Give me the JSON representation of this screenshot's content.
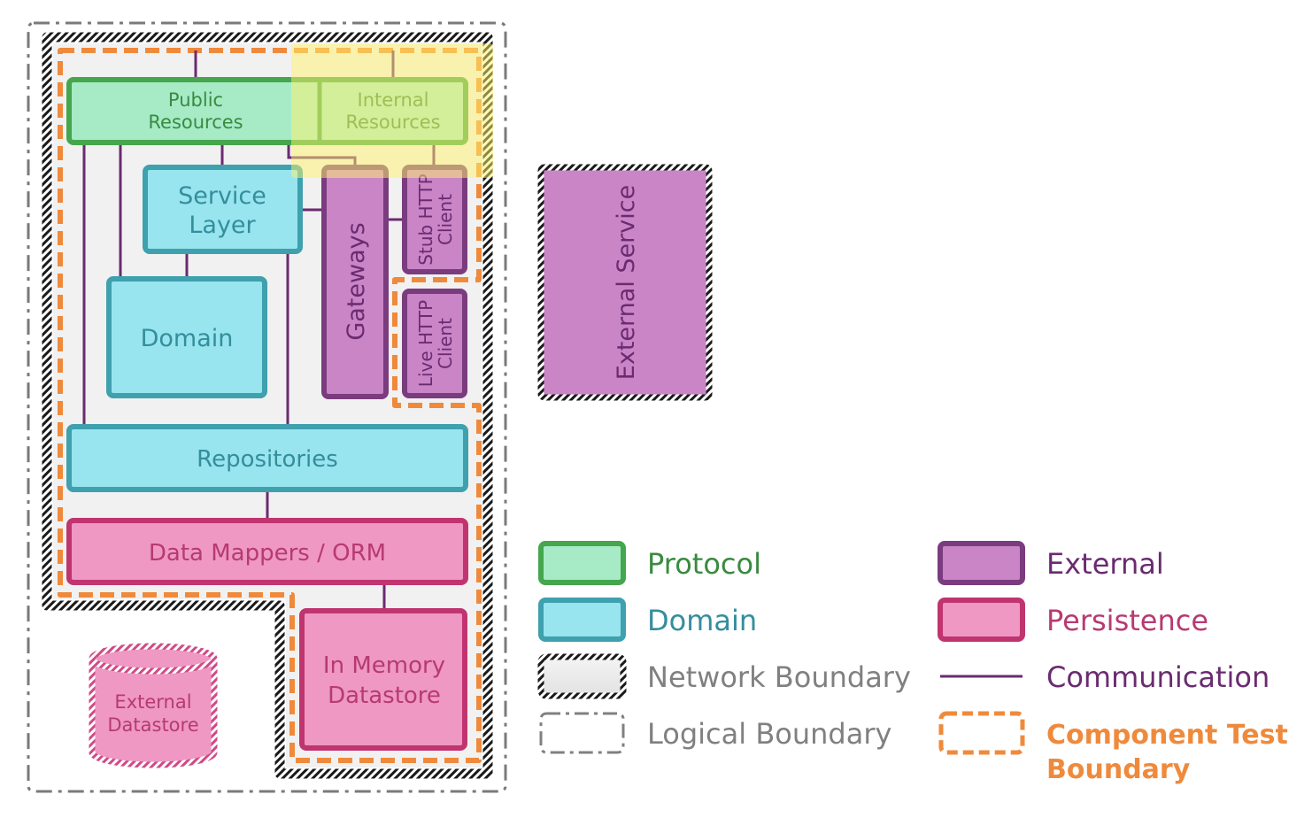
{
  "diagram": {
    "components": {
      "public_resources": [
        "Public",
        "Resources"
      ],
      "internal_resources": [
        "Internal",
        "Resources"
      ],
      "service_layer": [
        "Service",
        "Layer"
      ],
      "domain": "Domain",
      "gateways": "Gateways",
      "stub_http_client": [
        "Stub HTTP",
        "Client"
      ],
      "live_http_client": [
        "Live HTTP",
        "Client"
      ],
      "repositories": "Repositories",
      "data_mappers": "Data Mappers / ORM",
      "in_memory_datastore": [
        "In Memory",
        "Datastore"
      ],
      "external_datastore": [
        "External",
        "Datastore"
      ],
      "external_service": "External Service"
    }
  },
  "legend": {
    "protocol": "Protocol",
    "domain": "Domain",
    "network_boundary": "Network Boundary",
    "logical_boundary": "Logical Boundary",
    "external": "External",
    "persistence": "Persistence",
    "communication": "Communication",
    "component_test_boundary": [
      "Component Test",
      "Boundary"
    ]
  },
  "colors": {
    "protocol_fill": "#a6ebc6",
    "protocol_stroke": "#45a64e",
    "protocol_text": "#3a8a40",
    "domain_fill": "#98e5ef",
    "domain_stroke": "#3fa0ae",
    "domain_text": "#348e9c",
    "external_fill": "#c985c6",
    "external_stroke": "#7a3c7e",
    "external_text": "#6a2b70",
    "persistence_fill": "#ee98c3",
    "persistence_stroke": "#c0356f",
    "persistence_text": "#b73a72",
    "communication": "#6a2b70",
    "test_boundary": "#ef8a3c",
    "highlight": "#fff36b"
  }
}
